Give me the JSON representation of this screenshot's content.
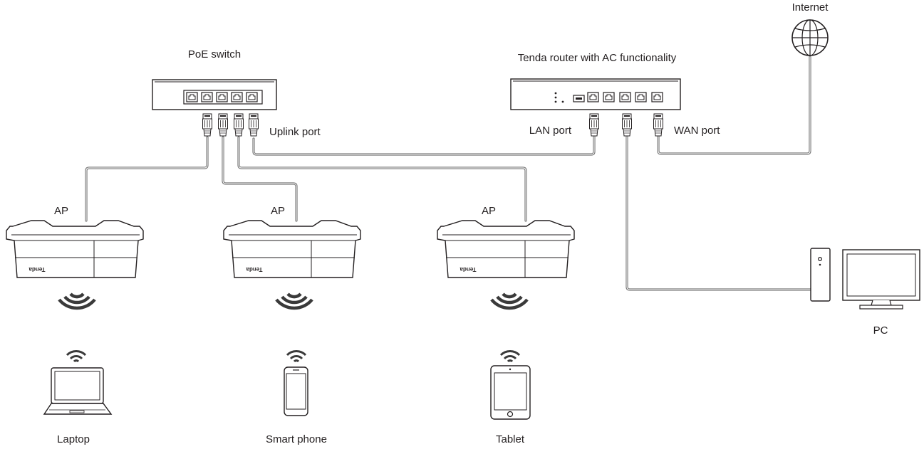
{
  "labels": {
    "poe_switch": "PoE switch",
    "uplink_port": "Uplink port",
    "router": "Tenda router with AC functionality",
    "lan_port": "LAN port",
    "wan_port": "WAN port",
    "internet": "Internet",
    "ap": "AP",
    "pc": "PC",
    "laptop": "Laptop",
    "smart_phone": "Smart phone",
    "tablet": "Tablet",
    "ap_brand": "Tenda"
  },
  "colors": {
    "line": "#231f20",
    "cable": "#777777",
    "wave": "#3a3a3a",
    "background": "#ffffff"
  },
  "icons": [
    "globe-icon",
    "wifi-icon",
    "laptop-icon",
    "phone-icon",
    "tablet-icon",
    "pc-icon",
    "rj45-connector-icon"
  ]
}
